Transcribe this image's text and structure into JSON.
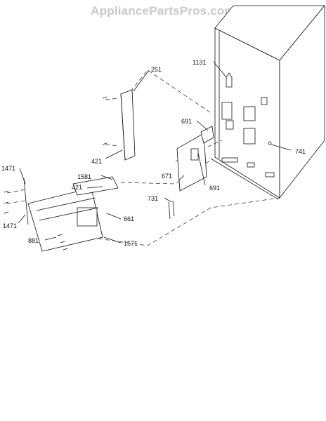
{
  "watermark": "AppliancePartsPros.com",
  "callouts": {
    "c251": "251",
    "c421a": "421",
    "c1131": "1131",
    "c691a": "691",
    "c741": "741",
    "c671": "671",
    "c691b": "691",
    "c731": "731",
    "c1471a": "1471",
    "c1581": "1581",
    "c421b": "421",
    "c661": "661",
    "c1471b": "1471",
    "c881": "881",
    "c1571": "1571"
  }
}
